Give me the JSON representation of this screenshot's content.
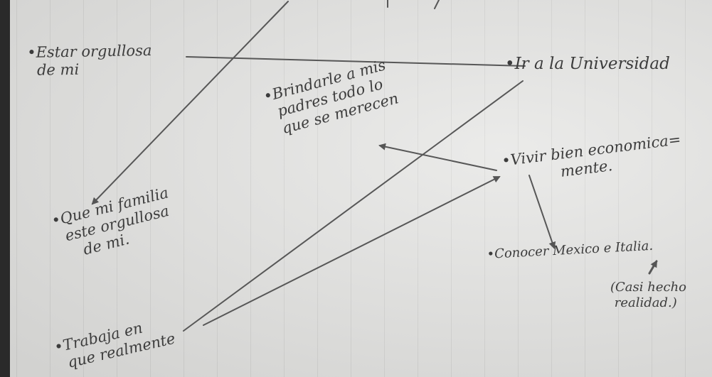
{
  "diagram": {
    "nodes": {
      "estar_orgullosa": "•Estar orgullosa\n  de mi",
      "ir_universidad": "•Ir a la Universidad",
      "brindarle_padres": "•Brindarle a mis\n  padres todo lo\n  que se merecen",
      "vivir_bien": "•Vivir bien economica=\n            mente.",
      "familia_orgullosa": "•Que mi familia\n  este orgullosa\n     de mi.",
      "conocer": "•Conocer Mexico e Italia.",
      "casi_hecho": "(Casi hecho\n realidad.)",
      "trabaja": "•Trabaja en\n  que realmente"
    },
    "colors": {
      "paper": "#e4e4e2",
      "ink": "#3c3c3c",
      "pen_line": "#575757"
    }
  }
}
